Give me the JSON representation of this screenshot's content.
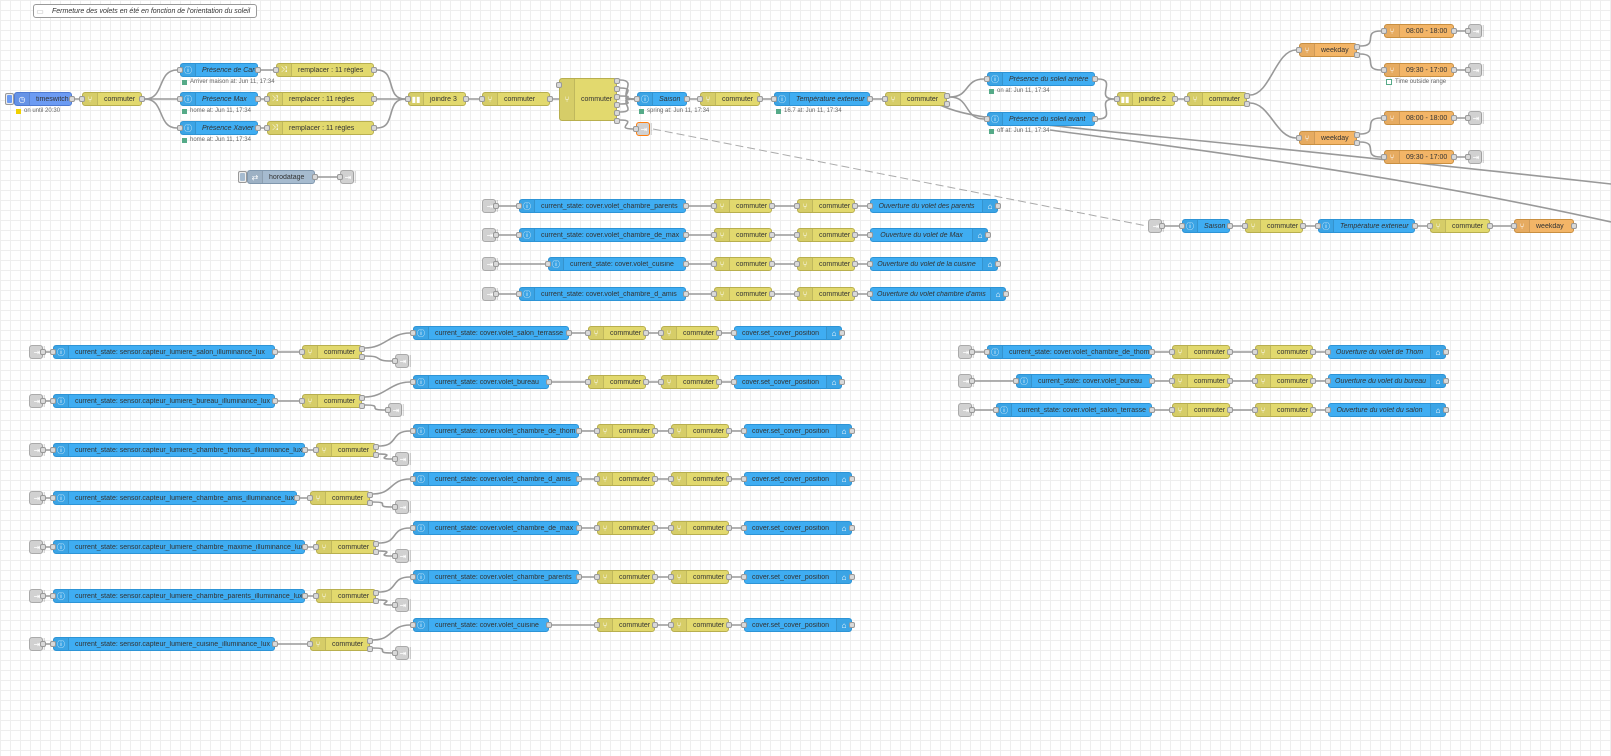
{
  "comment": {
    "label": "Fermeture des volets en été en fonction de l'orientation du soleil",
    "icon": "comment-icon"
  },
  "colors": {
    "blue": "#3FADF2",
    "yellow": "#E2D96E",
    "orange": "#F3B567",
    "grey": "#DDDDDD",
    "steel": "#A6BBCF",
    "timeswitch": "#6C9BF3"
  },
  "flow_top": {
    "timeswitch": {
      "label": "timeswitch",
      "status": "on until 20:30"
    },
    "commuter": "commuter",
    "presences": [
      {
        "label": "Présence de Caro",
        "status": "Arriver maison at: Jun 11, 17:34"
      },
      {
        "label": "Présence Max",
        "status": "home at: Jun 11, 17:34"
      },
      {
        "label": "Présence Xavier",
        "status": "home at: Jun 11, 17:34"
      }
    ],
    "replace_label": "remplacer : 11 règles",
    "join3": "joindre 3",
    "saison": {
      "label": "Saison",
      "status": "spring at: Jun 11, 17:34"
    },
    "temperature": {
      "label": "Température exterieur",
      "status": "16.7 at: Jun 11, 17:34"
    },
    "soleil_arriere": {
      "label": "Présence du soleil arrière",
      "status": "on at: Jun 11, 17:34"
    },
    "soleil_avant": {
      "label": "Présence du soleil avant",
      "status": "off at: Jun 11, 17:34"
    },
    "join2": "joindre 2",
    "weekday": "weekday",
    "range1": "08:00 - 18:00",
    "range2": "09:30 - 17:00",
    "range_status": "Time outside range"
  },
  "horodatage": {
    "label": "horodatage"
  },
  "volets_ouverture": [
    {
      "state": "current_state: cover.volet_chambre_parents",
      "action": "Ouverture du volet des parents"
    },
    {
      "state": "current_state: cover.volet_chambre_de_max",
      "action": "Ouverture du volet de Max"
    },
    {
      "state": "current_state: cover.volet_cuisine",
      "action": "Ouverture du volet de la cuisine"
    },
    {
      "state": "current_state: cover.volet_chambre_d_amis",
      "action": "Ouverture du volet chambre d'amis"
    }
  ],
  "link_row": {
    "saison": "Saison",
    "temperature": "Température exterieur",
    "weekday": "weekday"
  },
  "volets_right": [
    {
      "state": "current_state: cover.volet_chambre_de_thom",
      "action": "Ouverture du volet de Thom"
    },
    {
      "state": "current_state: cover.volet_bureau",
      "action": "Ouverture du volet du bureau"
    },
    {
      "state": "current_state: cover.volet_salon_terrasse",
      "action": "Ouverture du volet du salon"
    }
  ],
  "lux_rows": [
    {
      "sensor": "current_state: sensor.capteur_lumiere_salon_illuminance_lux",
      "cover": "current_state: cover.volet_salon_terrasse"
    },
    {
      "sensor": "current_state: sensor.capteur_lumiere_bureau_illuminance_lux",
      "cover": "current_state: cover.volet_bureau"
    },
    {
      "sensor": "current_state: sensor.capteur_lumiere_chambre_thomas_illuminance_lux",
      "cover": "current_state: cover.volet_chambre_de_thom"
    },
    {
      "sensor": "current_state: sensor.capteur_lumiere_chambre_amis_illuminance_lux",
      "cover": "current_state: cover.volet_chambre_d_amis"
    },
    {
      "sensor": "current_state: sensor.capteur_lumiere_chambre_maxime_illuminance_lux",
      "cover": "current_state: cover.volet_chambre_de_max"
    },
    {
      "sensor": "current_state: sensor.capteur_lumiere_chambre_parents_illuminance_lux",
      "cover": "current_state: cover.volet_chambre_parents"
    },
    {
      "sensor": "current_state: sensor.capteur_lumiere_cuisine_illuminance_lux",
      "cover": "current_state: cover.volet_cuisine"
    }
  ],
  "set_cover_label": "cover.set_cover_position"
}
